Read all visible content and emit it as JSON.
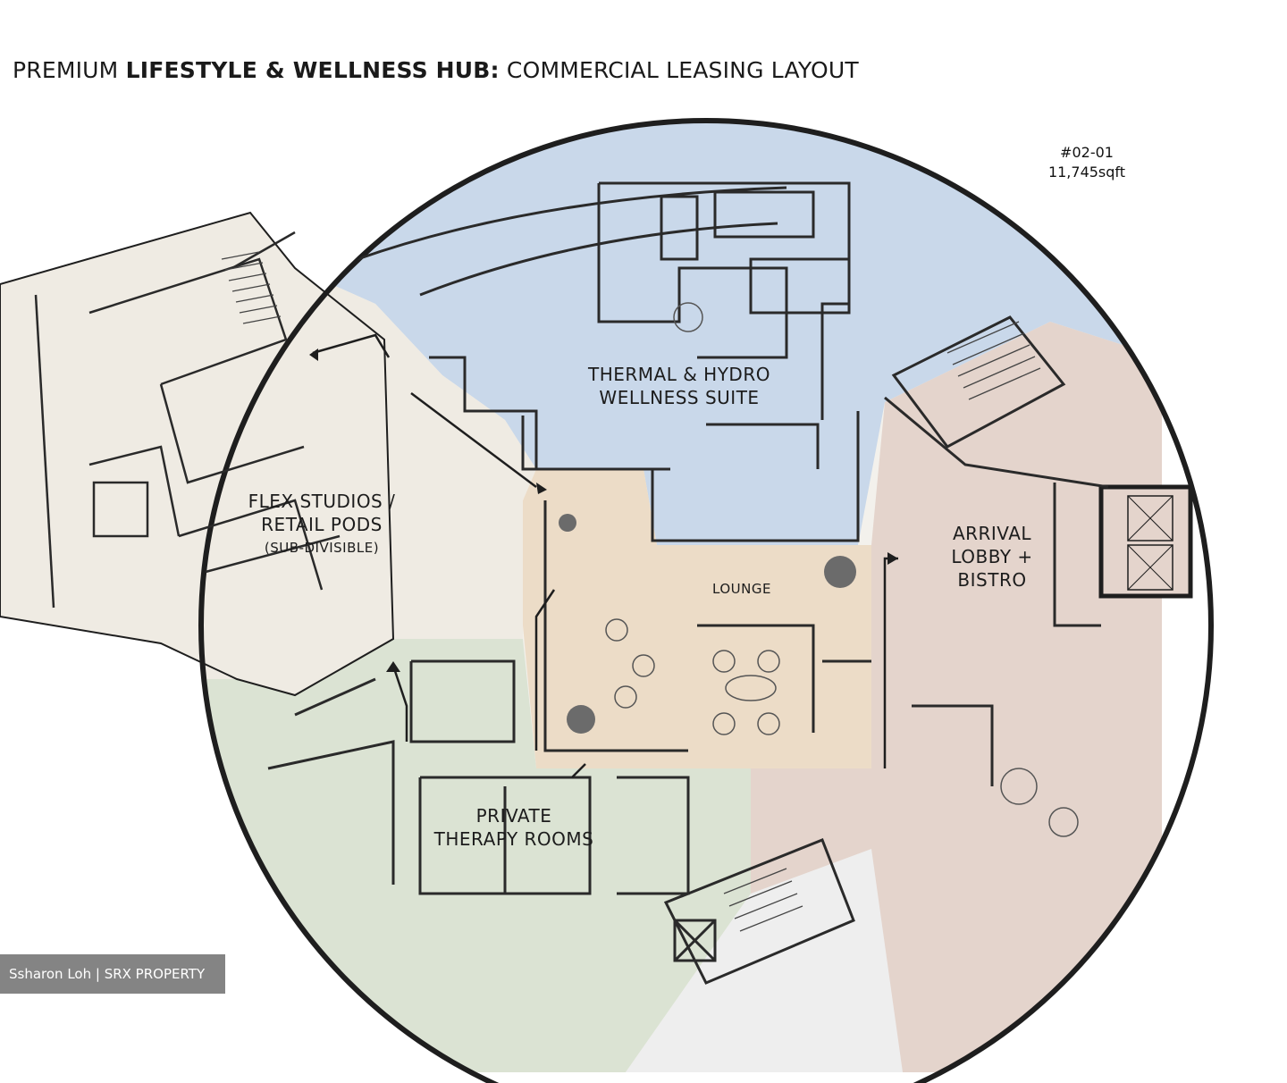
{
  "title": {
    "prefix": "PREMIUM ",
    "bold": "LIFESTYLE & WELLNESS HUB:",
    "suffix": " COMMERCIAL LEASING LAYOUT"
  },
  "unit": {
    "number": "#02-01",
    "area": "11,745sqft"
  },
  "zones": {
    "thermal_line1": "THERMAL & HYDRO",
    "thermal_line2": "WELLNESS SUITE",
    "flex_line1": "FLEX STUDIOS /",
    "flex_line2": "RETAIL PODS",
    "flex_line3": "(SUB-DIVISIBLE)",
    "arrival_line1": "ARRIVAL",
    "arrival_line2": "LOBBY +",
    "arrival_line3": "BISTRO",
    "therapy_line1": "PRIVATE",
    "therapy_line2": "THERAPY ROOMS",
    "lounge_label": "LOUNGE"
  },
  "colors": {
    "thermal": "#c9d8ea",
    "flex": "#efebe3",
    "lounge": "#ecdcc7",
    "arrival": "#e4d4cc",
    "therapy": "#dbe3d3",
    "wall": "#1e1e1e"
  },
  "watermark": "Ssharon Loh | SRX PROPERTY"
}
